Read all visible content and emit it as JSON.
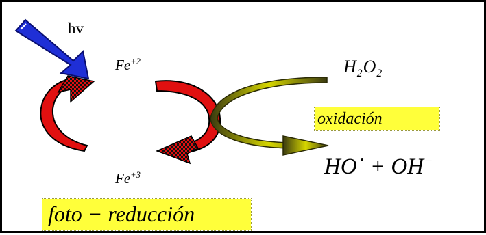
{
  "labels": {
    "light": "hv",
    "fe2_base": "Fe",
    "fe2_charge": "+2",
    "fe3_base": "Fe",
    "fe3_charge": "+3",
    "peroxide_h": "H",
    "peroxide_h_sub": "2",
    "peroxide_o": "O",
    "peroxide_o_sub": "2",
    "products": "HO˙ + OH",
    "products_sup": "−",
    "oxidation": "oxidación",
    "photoreduction": "foto − reducción"
  },
  "colors": {
    "arrow_red": "#e01010",
    "checker_dark": "#111111",
    "light_arrow_blue": "#1f2fd6",
    "peroxide_arrow": "#c8c800",
    "highlight": "#ffff3a"
  },
  "icons": [
    "light-arrow-icon",
    "cycle-arrow-top-icon",
    "cycle-arrow-bottom-icon",
    "peroxide-arrow-icon"
  ]
}
